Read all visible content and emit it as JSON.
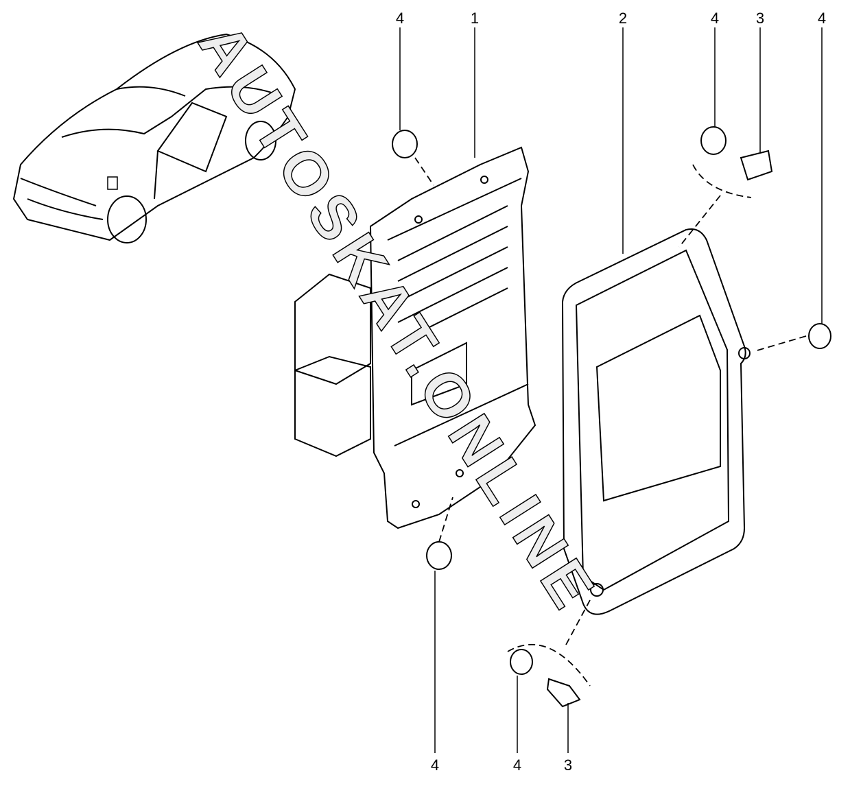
{
  "diagram": {
    "callouts_top": [
      "4",
      "1",
      "2",
      "4",
      "3",
      "4"
    ],
    "callouts_bottom": [
      "4",
      "4",
      "3"
    ],
    "watermark": "AUTOSKAT.ONLINE",
    "line_color": "#000000",
    "background": "#ffffff"
  }
}
